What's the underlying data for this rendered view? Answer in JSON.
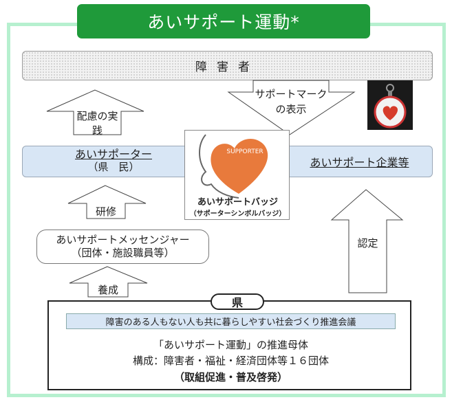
{
  "title": "あいサポート運動*",
  "banner": "障害者",
  "arrows": {
    "practice": "配慮の実践",
    "support_mark_1": "サポートマーク",
    "support_mark_2": "の表示",
    "training": "研修",
    "training_up": "養成",
    "certification": "認定"
  },
  "supporter": {
    "label": "あいサポーター",
    "sub": "（県　民）"
  },
  "company": "あいサポート企業等",
  "messenger": {
    "line1": "あいサポートメッセンジャー",
    "line2": "（団体・施設職員等）"
  },
  "badge": {
    "supporter_text": "SUPPORTER",
    "name": "あいサポートバッジ",
    "sub": "（サポーターシンボルバッジ）"
  },
  "prefecture": {
    "tab": "県",
    "council": "障害のある人もない人も共に暮らしやすい社会づくり推進会議",
    "line1": "「あいサポート運動」の推進母体",
    "line2": "構成：障害者・福祉・経済団体等１６団体",
    "line3": "（取組促進・普及啓発）"
  },
  "colors": {
    "title_bg": "#1f9a3a",
    "frame": "#b6f0cf",
    "band": "#d8e6f5",
    "heart": "#e87a3c"
  }
}
